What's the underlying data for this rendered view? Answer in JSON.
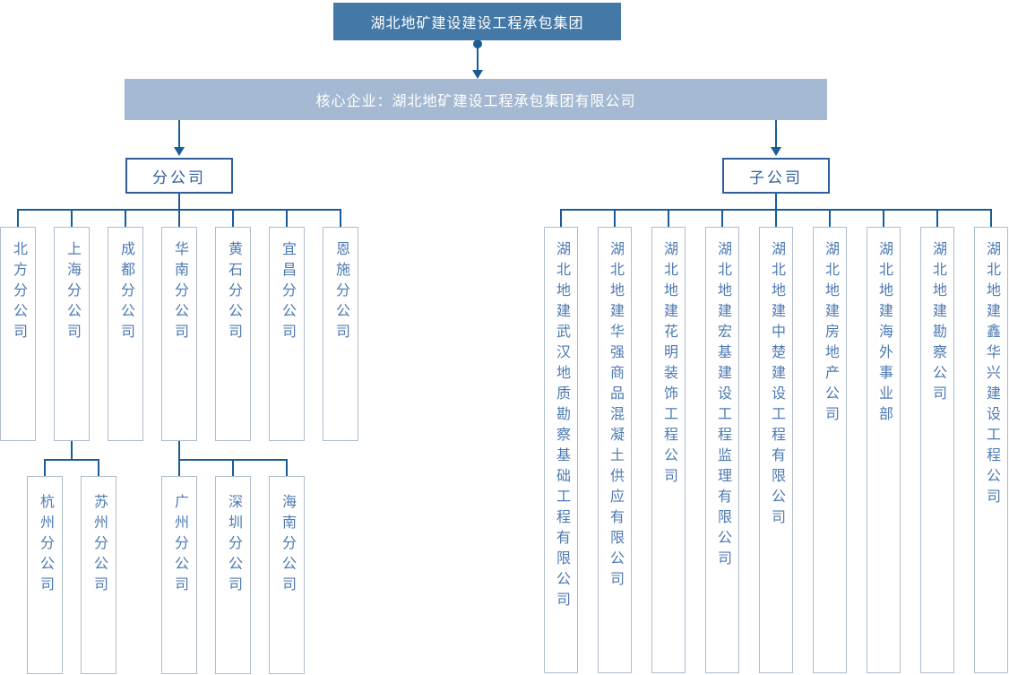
{
  "org_chart": {
    "root": "湖北地矿建设建设工程承包集团",
    "core": "核心企业：湖北地矿建设工程承包集团有限公司",
    "left_branch": {
      "label": "分公司",
      "children": [
        "北方分公司",
        "上海分公司",
        "成都分公司",
        "华南分公司",
        "黄石分公司",
        "宜昌分公司",
        "恩施分公司"
      ],
      "shanghai_children": [
        "杭州分公司",
        "苏州分公司"
      ],
      "huanan_children": [
        "广州分公司",
        "深圳分公司",
        "海南分公司"
      ]
    },
    "right_branch": {
      "label": "子公司",
      "children": [
        "湖北地建武汉地质勘察基础工程有限公司",
        "湖北地建华强商品混凝土供应有限公司",
        "湖北地建花明装饰工程公司",
        "湖北地建宏基建设工程监理有限公司",
        "湖北地建中楚建设工程有限公司",
        "湖北地建房地产公司",
        "湖北地建海外事业部",
        "湖北地建勘察公司",
        "湖北地建鑫华兴建设工程公司"
      ]
    },
    "colors": {
      "root_bg": "#4478A6",
      "core_bg": "#A5BAD2",
      "group_border": "#2F5F9B",
      "group_text": "#2F5F9B",
      "leaf_border": "#AEBDD0",
      "leaf_text": "#4D7AB2",
      "connector": "#1A5C97",
      "node_text_on_fill": "#FFFFFF"
    }
  }
}
